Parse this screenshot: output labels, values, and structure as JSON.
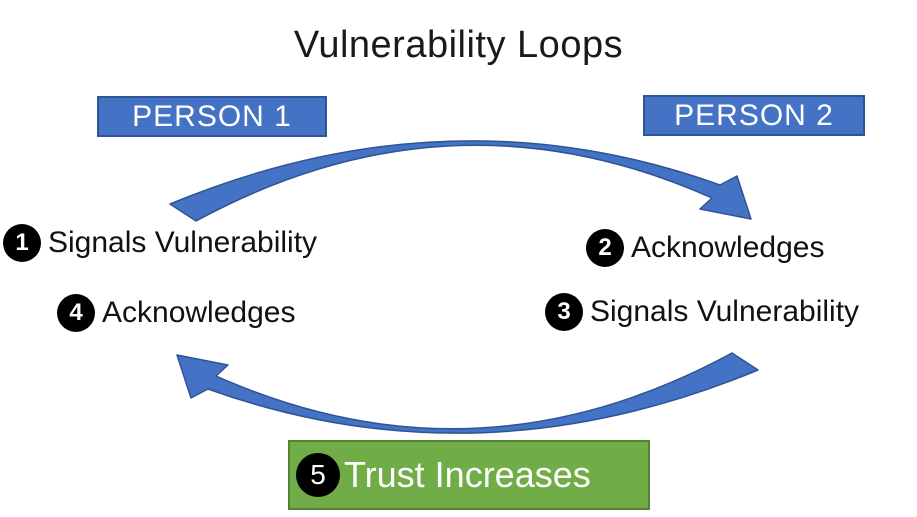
{
  "title": "Vulnerability Loops",
  "person1": {
    "label": "PERSON 1"
  },
  "person2": {
    "label": "PERSON 2"
  },
  "steps": {
    "s1": {
      "num": "1",
      "label": "Signals Vulnerability"
    },
    "s2": {
      "num": "2",
      "label": "Acknowledges"
    },
    "s3": {
      "num": "3",
      "label": "Signals Vulnerability"
    },
    "s4": {
      "num": "4",
      "label": "Acknowledges"
    },
    "s5": {
      "num": "5",
      "label": "Trust Increases"
    }
  },
  "colors": {
    "person_box_fill": "#4472C4",
    "person_box_border": "#2F5496",
    "arrow_fill": "#4472C4",
    "arrow_border": "#2F5496",
    "trust_box_fill": "#70AD47",
    "trust_box_border": "#548235",
    "step_marker_fill": "#000000",
    "text": "#111111"
  }
}
